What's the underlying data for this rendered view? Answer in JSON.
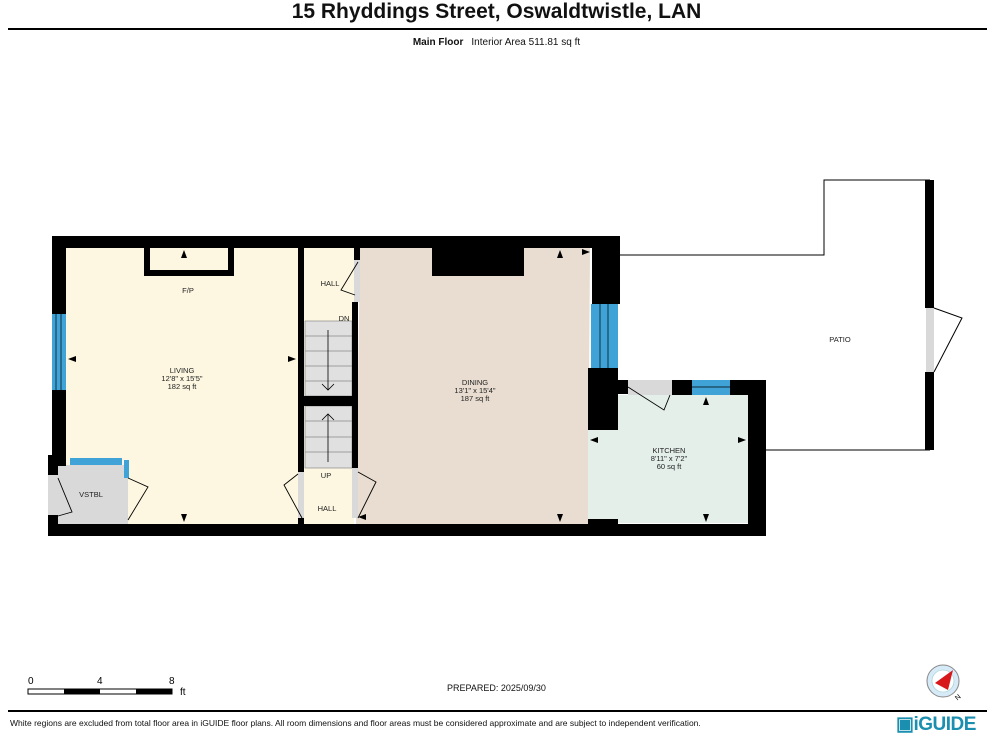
{
  "header": {
    "title": "15 Rhyddings Street, Oswaldtwistle, LAN"
  },
  "floor": {
    "name": "Main Floor",
    "area": "Interior Area 511.81 sq ft"
  },
  "rooms": [
    {
      "name": "LIVING",
      "dims": "12'8\" x 15'5\"",
      "area": "182 sq ft"
    },
    {
      "name": "DINING",
      "dims": "13'1\" x 15'4\"",
      "area": "187 sq ft"
    },
    {
      "name": "KITCHEN",
      "dims": "8'11\" x 7'2\"",
      "area": "60 sq ft"
    },
    {
      "name": "PATIO"
    },
    {
      "name": "VSTBL"
    },
    {
      "name": "HALL"
    },
    {
      "name": "HALL"
    }
  ],
  "labels": {
    "fp": "F/P",
    "dn": "DN",
    "up": "UP"
  },
  "scale": {
    "ticks": [
      "0",
      "4",
      "8"
    ],
    "unit": "ft"
  },
  "prepared": "PREPARED: 2025/09/30",
  "compass": {
    "label": "N"
  },
  "footer": {
    "disclaimer": "White regions are excluded from total floor area in iGUIDE floor plans. All room dimensions and floor areas must be considered approximate and are subject to independent verification.",
    "brand": "iGUIDE"
  },
  "colors": {
    "living": "#fdf7e1",
    "dining": "#e8ddd0",
    "kitchen": "#e4efea",
    "window": "#3fa3d8",
    "wall": "#000000",
    "door": "#d9d9d9"
  }
}
